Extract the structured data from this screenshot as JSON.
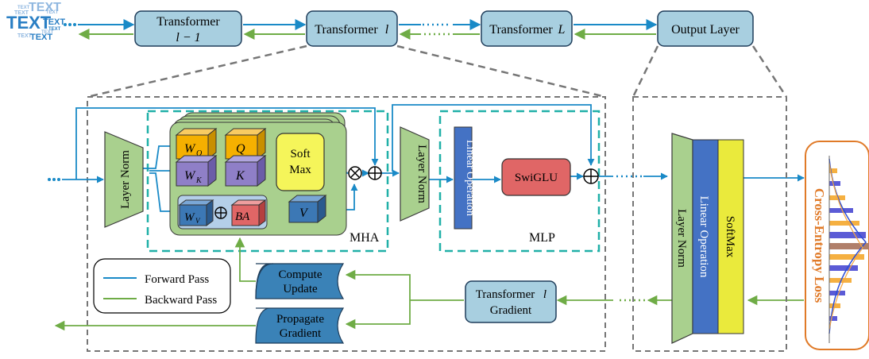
{
  "input_text": {
    "words": [
      "TEXT",
      "TEXT",
      "TEXT",
      "TEXT",
      "TEXT",
      "TEXT",
      "TEXT",
      "TEXT",
      "TEXT",
      "TEXT"
    ]
  },
  "top_row": {
    "block_prev_line1": "Transformer",
    "block_prev_line2": "l − 1",
    "block_l_text": "Transformer",
    "block_l_var": "l",
    "block_L_text": "Transformer",
    "block_L_var": "L",
    "output_layer": "Output Layer"
  },
  "transformer_detail": {
    "layer_norm_1": "Layer Norm",
    "wq_base": "W",
    "wq_sub": "Q",
    "wk_base": "W",
    "wk_sub": "K",
    "wv_base": "W",
    "wv_sub": "V",
    "q": "Q",
    "k": "K",
    "v": "V",
    "ba": "BA",
    "softmax_line1": "Soft",
    "softmax_line2": "Max",
    "mha_label": "MHA",
    "layer_norm_2": "Layer Norm",
    "linear_operation": "Linear Operation",
    "swiglu": "SwiGLU",
    "mlp_label": "MLP"
  },
  "legend": {
    "forward": "Forward Pass",
    "backward": "Backward Pass"
  },
  "gradient": {
    "compute_update_line1": "Compute",
    "compute_update_line2": "Update",
    "propagate_line1": "Propagate",
    "propagate_line2": "Gradient",
    "transformer_grad_line1": "Transformer",
    "transformer_grad_var": "l",
    "transformer_grad_line2": "Gradient"
  },
  "output_detail": {
    "layer_norm": "Layer Norm",
    "linear_operation": "Linear Operation",
    "softmax": "SoftMax"
  },
  "loss": {
    "label": "Cross-Entropy Loss"
  },
  "colors": {
    "forward": "#1a8ac7",
    "backward": "#6fac46",
    "block_fill": "#a8cfe0",
    "teal_dash": "#21b0a8",
    "mha_green": "#a9d08e",
    "gold": "#f5b000",
    "purple": "#8f7fc7",
    "blue_cube": "#3c78b5",
    "red": "#e06666",
    "yellow": "#f5f55a",
    "linear_blue": "#4472c4",
    "orange": "#e07a28",
    "gray_dash": "#767676"
  }
}
